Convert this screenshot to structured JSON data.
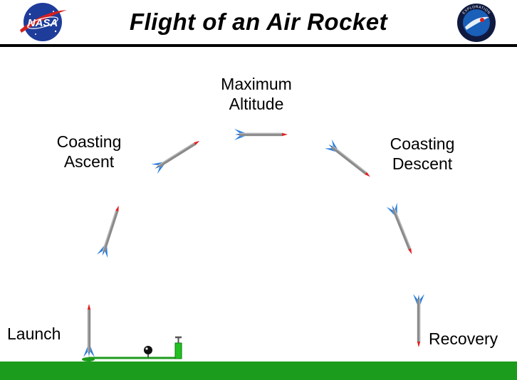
{
  "header": {
    "title": "Flight of an Air Rocket",
    "nasa_logo_text": "NASA",
    "exploration_logo_text": "EXPLORATION"
  },
  "stages": {
    "launch": "Launch",
    "coasting_ascent_line1": "Coasting",
    "coasting_ascent_line2": "Ascent",
    "maximum_altitude_line1": "Maximum",
    "maximum_altitude_line2": "Altitude",
    "coasting_descent_line1": "Coasting",
    "coasting_descent_line2": "Descent",
    "recovery": "Recovery"
  },
  "colors": {
    "ground": "#1c9c1c",
    "rocket_body": "#8a8a8a",
    "rocket_nose": "#e02020",
    "rocket_fins": "#2a7fe0",
    "pump": "#22c022",
    "nasa_blue": "#1e3c9a",
    "nasa_red": "#d42020"
  }
}
